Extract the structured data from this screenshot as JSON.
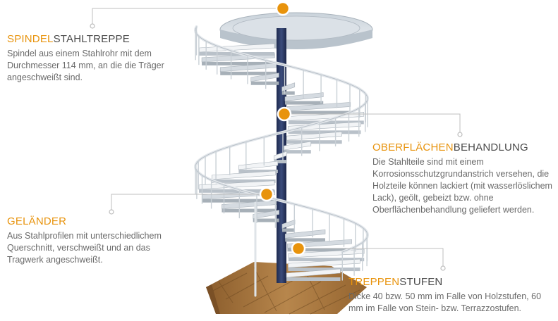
{
  "callouts": {
    "spindel": {
      "title_accent": "SPINDEL",
      "title_rest": "STAHLTREPPE",
      "text": "Spindel aus einem Stahlrohr mit dem Durchmesser 114 mm, an die die Träger angeschweißt sind."
    },
    "oberflaeche": {
      "title_accent": "OBERFLÄCHEN",
      "title_rest": "BEHANDLUNG",
      "text": "Die Stahlteile sind mit einem Korrosionsschutzgrundanstrich versehen, die Holzteile können lackiert (mit wasserlöslichem Lack), geölt, gebeizt bzw. ohne Oberflächenbehandlung geliefert werden."
    },
    "gelaender": {
      "title_accent": "GELÄNDER",
      "title_rest": "",
      "text": "Aus Stahlprofilen mit unterschiedlichem Querschnitt, verschweißt und an das Tragwerk angeschweißt."
    },
    "treppenstufen": {
      "title_accent": "TREPPEN",
      "title_rest": "STUFEN",
      "text": "Dicke 40 bzw. 50 mm im Falle von Holzstufen, 60 mm im Falle von Stein- bzw. Terrazzostufen."
    }
  },
  "colors": {
    "accent": "#e8930c",
    "spindle": "#2c3a62",
    "steel": "#dfe5ea",
    "floor": "#a8783f",
    "leader": "#b9b9b9"
  }
}
